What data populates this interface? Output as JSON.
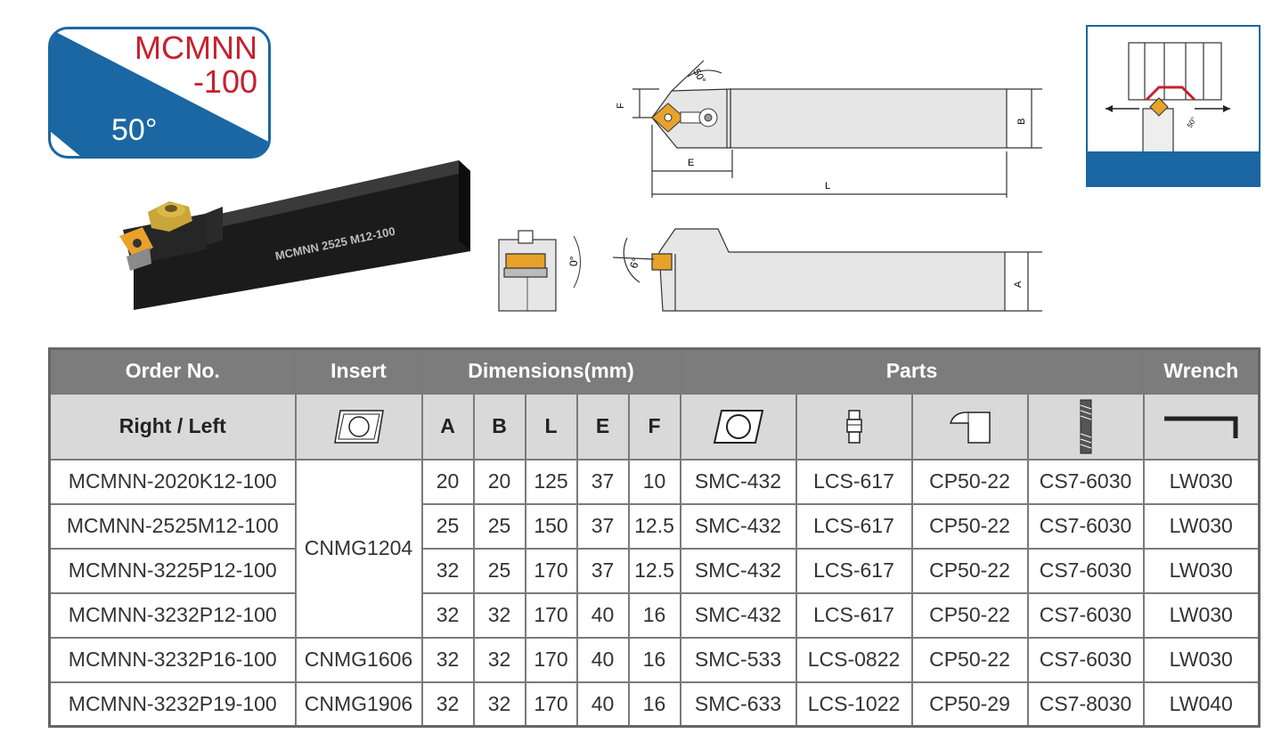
{
  "badge": {
    "model_line1": "MCMNN",
    "model_line2": "-100",
    "angle": "50°"
  },
  "photo": {
    "label": "MCMNN 2525 M12-100"
  },
  "drawing": {
    "angle_top": "50°",
    "dim_F": "F",
    "dim_B": "B",
    "dim_E": "E",
    "dim_L": "L",
    "dim_A": "A",
    "angle_side1": "0°",
    "angle_side2": "6°"
  },
  "inset": {
    "angle": "50°"
  },
  "table": {
    "header_groups": {
      "order_no": "Order No.",
      "insert": "Insert",
      "dimensions": "Dimensions(mm)",
      "parts": "Parts",
      "wrench": "Wrench"
    },
    "subheaders": {
      "right_left": "Right / Left",
      "A": "A",
      "B": "B",
      "L": "L",
      "E": "E",
      "F": "F"
    },
    "insert_group_1": "CNMG1204",
    "rows": [
      {
        "order": "MCMNN-2020K12-100",
        "insert": "",
        "A": "20",
        "B": "20",
        "L": "125",
        "E": "37",
        "F": "10",
        "shim": "SMC-432",
        "pin": "LCS-617",
        "clamp": "CP50-22",
        "screw": "CS7-6030",
        "wrench": "LW030"
      },
      {
        "order": "MCMNN-2525M12-100",
        "insert": "",
        "A": "25",
        "B": "25",
        "L": "150",
        "E": "37",
        "F": "12.5",
        "shim": "SMC-432",
        "pin": "LCS-617",
        "clamp": "CP50-22",
        "screw": "CS7-6030",
        "wrench": "LW030"
      },
      {
        "order": "MCMNN-3225P12-100",
        "insert": "",
        "A": "32",
        "B": "25",
        "L": "170",
        "E": "37",
        "F": "12.5",
        "shim": "SMC-432",
        "pin": "LCS-617",
        "clamp": "CP50-22",
        "screw": "CS7-6030",
        "wrench": "LW030"
      },
      {
        "order": "MCMNN-3232P12-100",
        "insert": "",
        "A": "32",
        "B": "32",
        "L": "170",
        "E": "40",
        "F": "16",
        "shim": "SMC-432",
        "pin": "LCS-617",
        "clamp": "CP50-22",
        "screw": "CS7-6030",
        "wrench": "LW030"
      },
      {
        "order": "MCMNN-3232P16-100",
        "insert": "CNMG1606",
        "A": "32",
        "B": "32",
        "L": "170",
        "E": "40",
        "F": "16",
        "shim": "SMC-533",
        "pin": "LCS-0822",
        "clamp": "CP50-22",
        "screw": "CS7-6030",
        "wrench": "LW030"
      },
      {
        "order": "MCMNN-3232P19-100",
        "insert": "CNMG1906",
        "A": "32",
        "B": "32",
        "L": "170",
        "E": "40",
        "F": "16",
        "shim": "SMC-633",
        "pin": "LCS-1022",
        "clamp": "CP50-29",
        "screw": "CS7-8030",
        "wrench": "LW040"
      }
    ]
  },
  "colors": {
    "brand_blue": "#1a67a3",
    "title_red": "#c8202e",
    "header_gray": "#7c7c7c",
    "subheader_gray": "#d9d9d9",
    "insert_gold": "#e8a22a"
  }
}
